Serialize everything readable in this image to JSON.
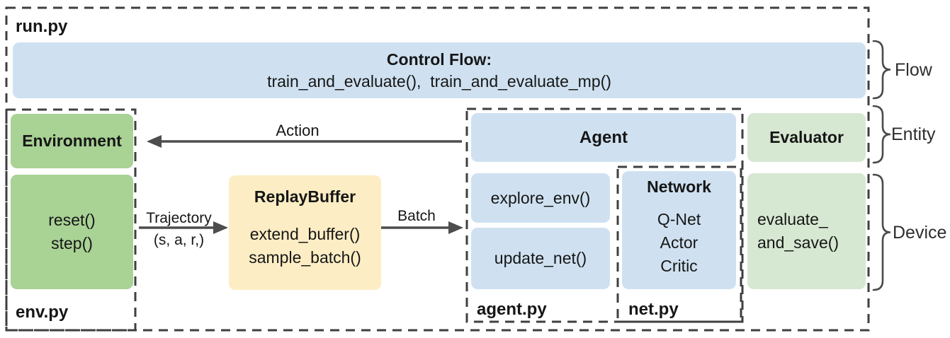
{
  "colors": {
    "box-blue": "#cfe1f1",
    "box-green": "#a9d295",
    "box-green-light": "#d7e8d2",
    "box-yellow": "#fdedc4",
    "line": "#474747",
    "text": "#161616"
  },
  "frame": {
    "label": "run.py"
  },
  "control_flow": {
    "title": "Control Flow:",
    "functions": "train_and_evaluate(),  train_and_evaluate_mp()"
  },
  "side_labels": {
    "flow": "Flow",
    "entity": "Entity",
    "device": "Device"
  },
  "env_module": {
    "file_label": "env.py",
    "entity": "Environment",
    "methods": [
      "reset()",
      "step()"
    ]
  },
  "replay_buffer": {
    "title": "ReplayBuffer",
    "methods": [
      "extend_buffer()",
      "sample_batch()"
    ]
  },
  "arrows": {
    "action": "Action",
    "trajectory": "Trajectory",
    "trajectory_detail": "(s, a, r,)",
    "batch": "Batch"
  },
  "agent_module": {
    "file_label": "agent.py",
    "entity": "Agent",
    "methods": [
      "explore_env()",
      "update_net()"
    ]
  },
  "net_module": {
    "file_label": "net.py",
    "title": "Network",
    "networks": [
      "Q-Net",
      "Actor",
      "Critic"
    ]
  },
  "evaluator": {
    "entity": "Evaluator",
    "method_lines": [
      "evaluate_",
      "and_save()"
    ]
  }
}
